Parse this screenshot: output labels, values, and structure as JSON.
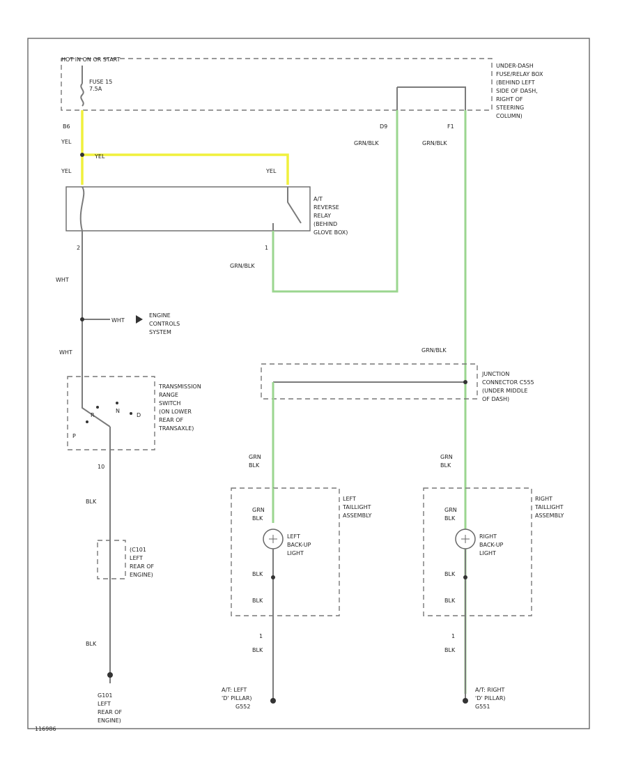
{
  "labels": {
    "hot_in_run": "HOT IN ON OR START",
    "fuse": "FUSE 15",
    "fuse_amp": "7.5A",
    "fuse_box_1": "UNDER-DASH",
    "fuse_box_2": "FUSE/RELAY BOX",
    "fuse_box_3": "(BEHIND LEFT",
    "fuse_box_4": "SIDE OF DASH,",
    "fuse_box_5": "RIGHT OF",
    "fuse_box_6": "STEERING",
    "fuse_box_7": "COLUMN)",
    "pin_b6": "B6",
    "pin_d9": "D9",
    "pin_f1": "F1",
    "yel_1": "YEL",
    "yel_2": "YEL",
    "yel_3": "YEL",
    "yel_4": "YEL",
    "grnblk_1": "GRN/BLK",
    "grnblk_2": "GRN/BLK",
    "grnblk_3": "GRN/BLK",
    "grnblk_4": "GRN/BLK",
    "relay_1": "A/T",
    "relay_2": "REVERSE",
    "relay_3": "RELAY",
    "relay_4": "(BEHIND",
    "relay_5": "GLOVE BOX)",
    "pin_2": "2",
    "pin_1": "1",
    "wht_1": "WHT",
    "wht_2": "WHT",
    "wht_3": "WHT",
    "ecs_1": "ENGINE",
    "ecs_2": "CONTROLS",
    "ecs_3": "SYSTEM",
    "trs_1": "TRANSMISSION",
    "trs_2": "RANGE",
    "trs_3": "SWITCH",
    "trs_4": "(ON LOWER",
    "trs_5": "REAR OF",
    "trs_6": "TRANSAXLE)",
    "trs_p": "P",
    "trs_r": "R",
    "trs_n": "N",
    "trs_d": "D",
    "trs_pin": "10",
    "blk_1": "BLK",
    "blk_2": "BLK",
    "c101_1": "(C101",
    "c101_2": "LEFT",
    "c101_3": "REAR OF",
    "c101_4": "ENGINE)",
    "g101_1": "G101",
    "g101_2": "LEFT",
    "g101_3": "REAR OF",
    "g101_4": "ENGINE)",
    "jc_1": "JUNCTION",
    "jc_2": "CONNECTOR C555",
    "jc_3": "(UNDER MIDDLE",
    "jc_4": "OF DASH)",
    "grn_l1": "GRN",
    "blk_l1": "BLK",
    "grn_l2": "GRN",
    "blk_l2": "BLK",
    "grn_r1": "GRN",
    "blk_r1": "BLK",
    "grn_r2": "GRN",
    "blk_r2": "BLK",
    "ltail_1": "LEFT",
    "ltail_2": "TAILLIGHT",
    "ltail_3": "ASSEMBLY",
    "rtail_1": "RIGHT",
    "rtail_2": "TAILLIGHT",
    "rtail_3": "ASSEMBLY",
    "lbl_1": "LEFT",
    "lbl_2": "BACK-UP",
    "lbl_3": "LIGHT",
    "rbl_1": "RIGHT",
    "rbl_2": "BACK-UP",
    "rbl_3": "LIGHT",
    "lblk_1": "BLK",
    "lblk_2": "BLK",
    "lblk_3": "BLK",
    "rblk_1": "BLK",
    "rblk_2": "BLK",
    "rblk_3": "BLK",
    "lpin_1": "1",
    "rpin_1": "1",
    "lg_1": "A/T: LEFT",
    "lg_2": "'D' PILLAR)",
    "lg_3": "G552",
    "rg_1": "A/T: RIGHT",
    "rg_2": "'D' PILLAR)",
    "rg_3": "G551",
    "fig_id": "116986"
  },
  "colors": {
    "yellow_wire": "#f0f03c",
    "green_wire": "#9bd68f",
    "plain_wire": "#7a7a7a"
  }
}
